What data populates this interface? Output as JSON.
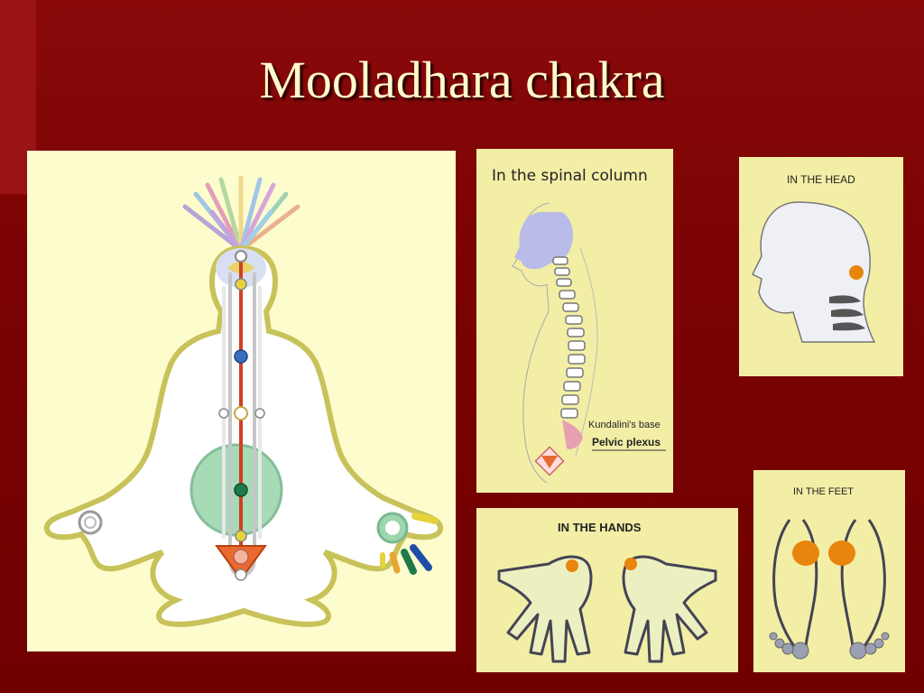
{
  "slide": {
    "title": "Mooladhara chakra"
  },
  "panels": {
    "spinal": {
      "heading": "In the spinal column",
      "caption_top": "Kundalini's base",
      "caption_bottom": "Pelvic plexus"
    },
    "head": {
      "heading": "IN THE HEAD"
    },
    "hands": {
      "heading": "IN THE HANDS"
    },
    "feet": {
      "heading": "IN THE FEET"
    }
  },
  "colors": {
    "background": "#7a0000",
    "title": "#fffacd",
    "panel_light": "#fdfccd",
    "panel_yellow": "#f2eea6",
    "chakra_point": "#e8850c"
  }
}
